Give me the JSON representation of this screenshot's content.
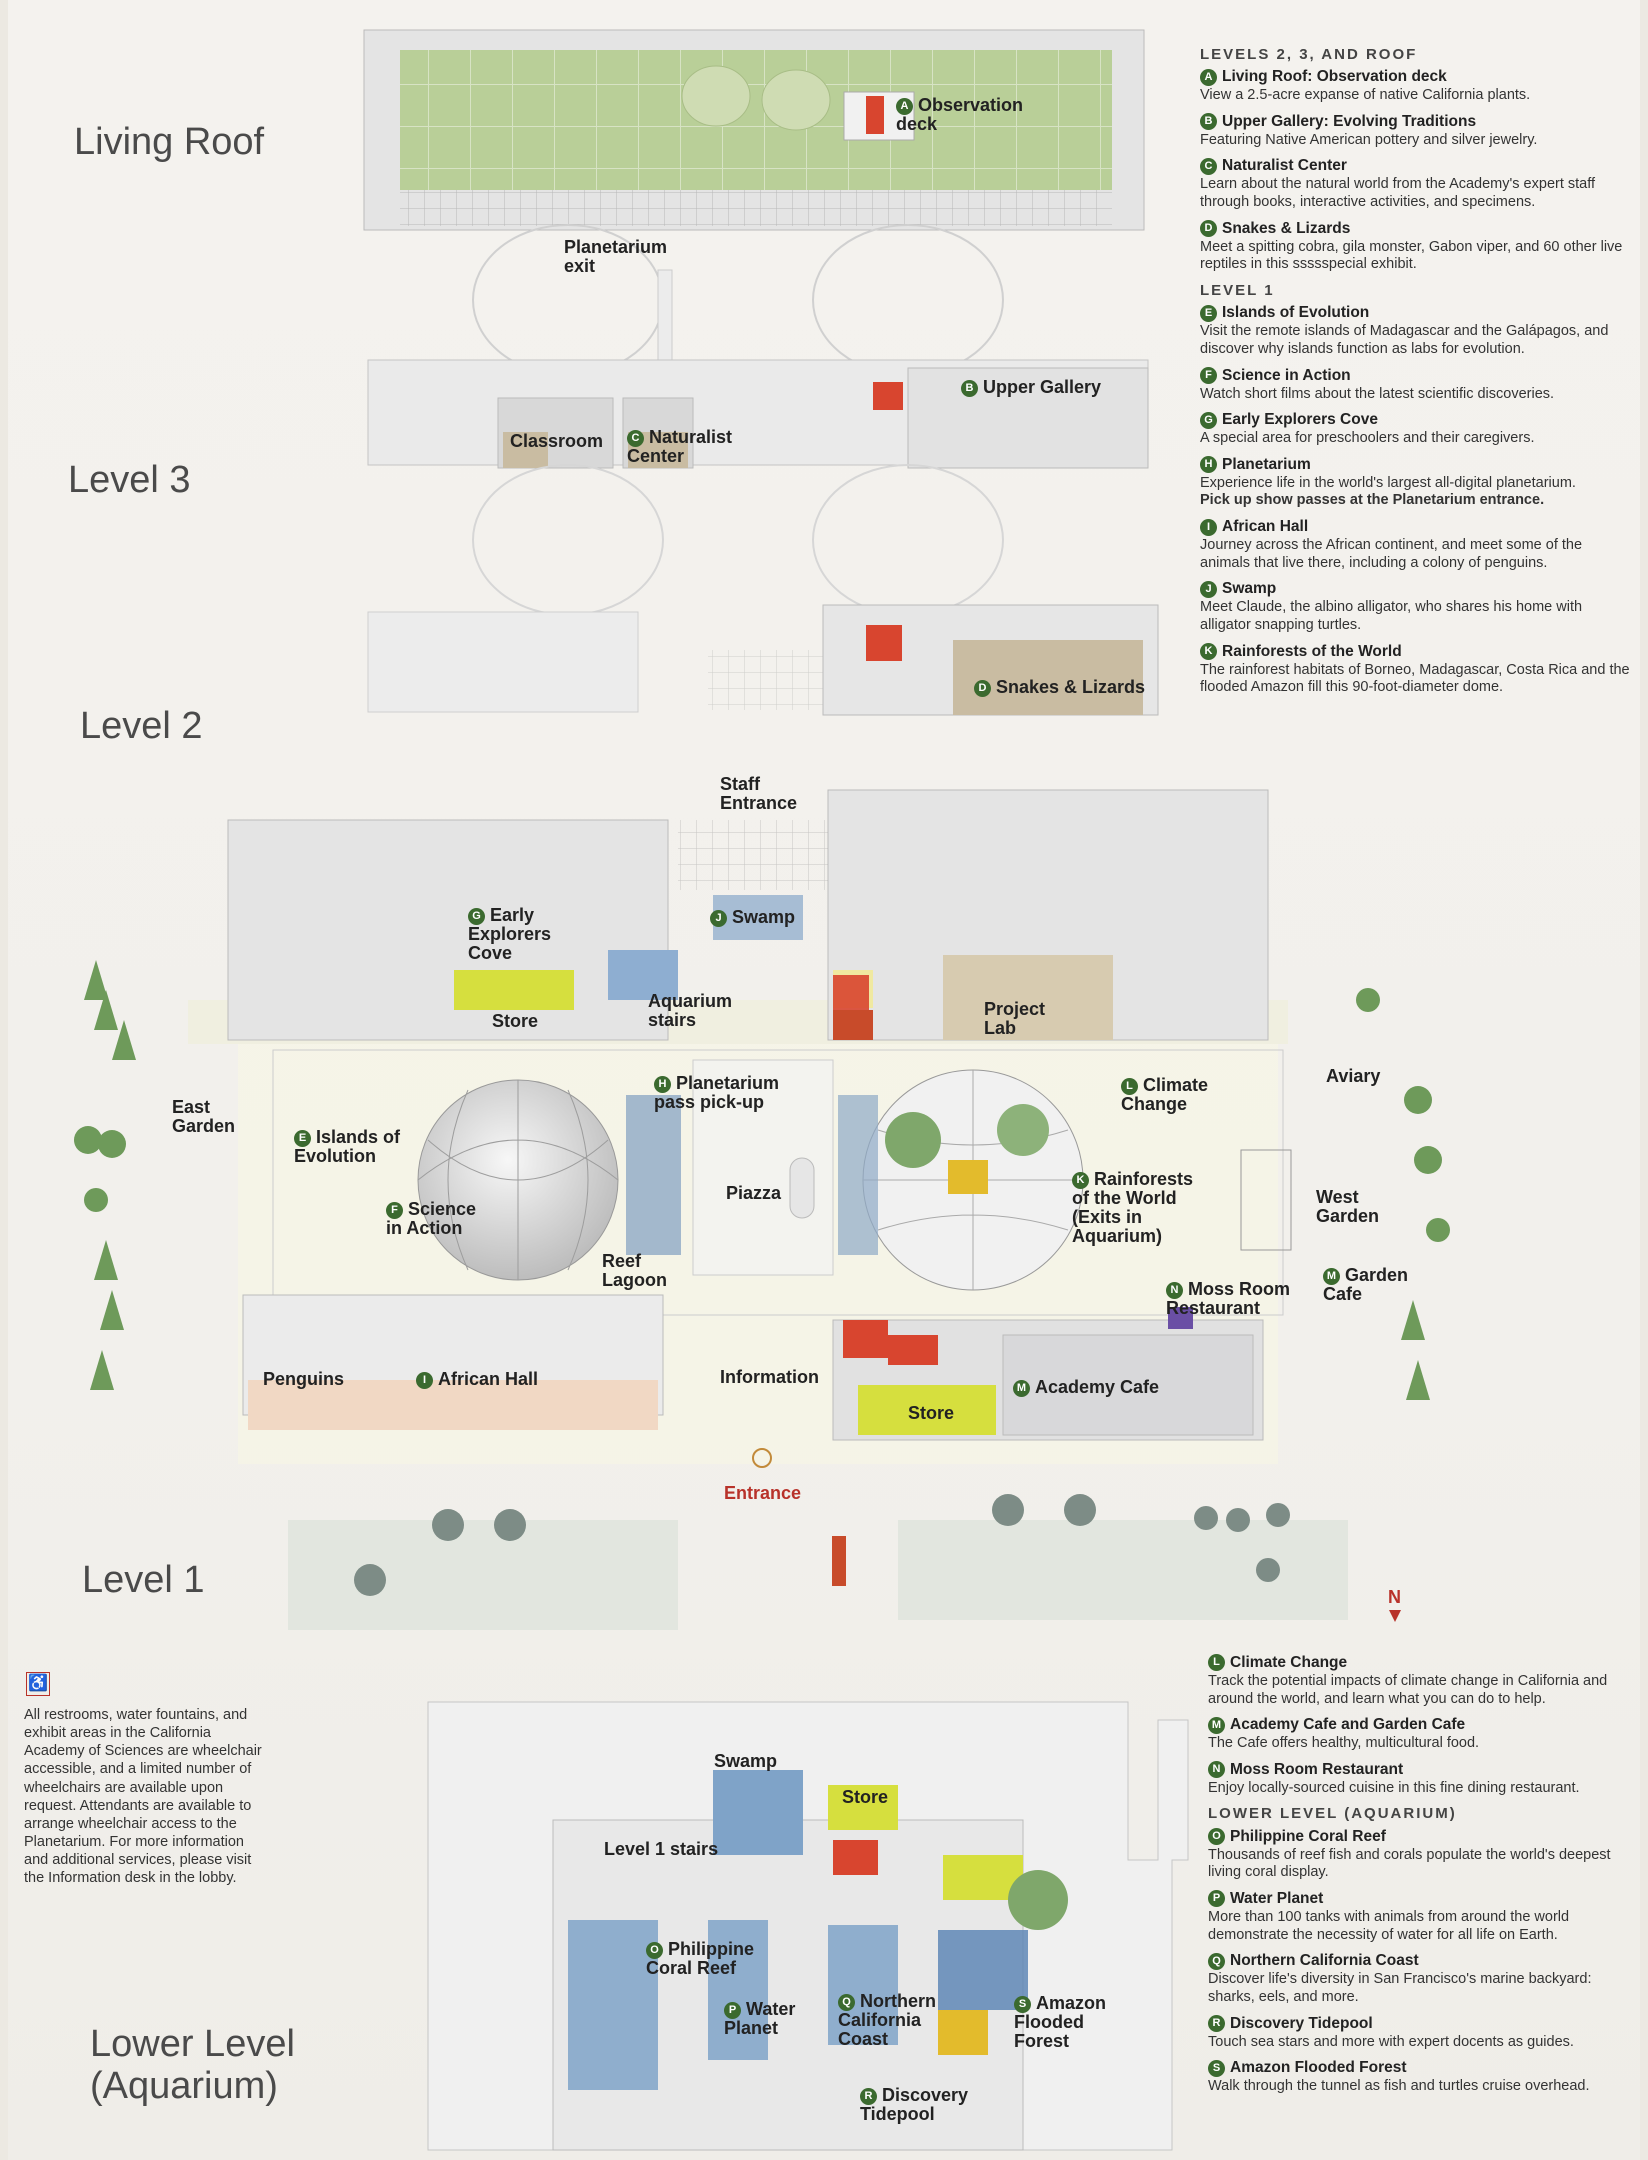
{
  "levels": {
    "roof": "Living Roof",
    "l3": "Level 3",
    "l2": "Level 2",
    "l1": "Level 1",
    "lower": "Lower Level\n(Aquarium)"
  },
  "map_labels": {
    "observation_deck": "Observation deck",
    "planetarium_exit": "Planetarium exit",
    "upper_gallery": "Upper Gallery",
    "classroom": "Classroom",
    "naturalist_center": "Naturalist Center",
    "snakes_lizards": "Snakes & Lizards",
    "staff_entrance": "Staff Entrance",
    "swamp": "Swamp",
    "early_explorers": "Early Explorers Cove",
    "store_l1_left": "Store",
    "aquarium_stairs": "Aquarium stairs",
    "project_lab": "Project Lab",
    "planetarium_pass": "Planetarium pass pick-up",
    "climate_change": "Climate Change",
    "aviary": "Aviary",
    "east_garden": "East Garden",
    "islands_evolution": "Islands of Evolution",
    "science_action": "Science in Action",
    "piazza": "Piazza",
    "rainforests": "Rainforests of the World (Exits in Aquarium)",
    "west_garden": "West Garden",
    "reef_lagoon": "Reef Lagoon",
    "moss_room": "Moss Room Restaurant",
    "garden_cafe": "Garden Cafe",
    "penguins": "Penguins",
    "african_hall": "African Hall",
    "information": "Information",
    "academy_cafe": "Academy Cafe",
    "store_l1_right": "Store",
    "entrance": "Entrance",
    "north": "N",
    "lower_swamp": "Swamp",
    "lower_store": "Store",
    "level1_stairs": "Level 1 stairs",
    "philippine_reef": "Philippine Coral Reef",
    "water_planet": "Water Planet",
    "northern_coast": "Northern California Coast",
    "amazon_forest": "Amazon Flooded Forest",
    "discovery_tidepool": "Discovery Tidepool"
  },
  "badges": {
    "A": "A",
    "B": "B",
    "C": "C",
    "D": "D",
    "E": "E",
    "F": "F",
    "G": "G",
    "H": "H",
    "I": "I",
    "J": "J",
    "K": "K",
    "L": "L",
    "M": "M",
    "N": "N",
    "O": "O",
    "P": "P",
    "Q": "Q",
    "R": "R",
    "S": "S"
  },
  "legend_top": {
    "heading1": "LEVELS 2, 3, AND ROOF",
    "heading2": "LEVEL 1",
    "items": [
      {
        "key": "A",
        "title": "Living Roof: Observation deck",
        "desc": "View a 2.5-acre expanse of native California plants."
      },
      {
        "key": "B",
        "title": "Upper Gallery: Evolving Traditions",
        "desc": "Featuring Native American pottery and silver jewelry."
      },
      {
        "key": "C",
        "title": "Naturalist Center",
        "desc": "Learn about the natural world from the Academy's expert staff through books, interactive activities, and specimens."
      },
      {
        "key": "D",
        "title": "Snakes & Lizards",
        "desc": "Meet a spitting cobra, gila monster, Gabon viper, and 60 other live reptiles in this ssssspecial exhibit."
      },
      {
        "key": "E",
        "title": "Islands of Evolution",
        "desc": "Visit the remote islands of Madagascar and the Galápagos, and discover why islands function as labs for evolution."
      },
      {
        "key": "F",
        "title": "Science in Action",
        "desc": "Watch short films about the latest scientific discoveries."
      },
      {
        "key": "G",
        "title": "Early Explorers Cove",
        "desc": "A special area for preschoolers and their caregivers."
      },
      {
        "key": "H",
        "title": "Planetarium",
        "desc": "Experience life in the world's largest all-digital planetarium.",
        "desc2": "Pick up show passes at the Planetarium entrance."
      },
      {
        "key": "I",
        "title": "African Hall",
        "desc": "Journey across the African continent, and meet some of the animals that live there, including a colony of penguins."
      },
      {
        "key": "J",
        "title": "Swamp",
        "desc": "Meet Claude, the albino alligator, who shares his home with alligator snapping turtles."
      },
      {
        "key": "K",
        "title": "Rainforests of the World",
        "desc": "The rainforest habitats of Borneo, Madagascar, Costa Rica and the flooded Amazon fill this 90-foot-diameter dome."
      }
    ]
  },
  "legend_bottom": {
    "heading": "LOWER LEVEL (AQUARIUM)",
    "items": [
      {
        "key": "L",
        "title": "Climate Change",
        "desc": "Track the potential impacts of climate change in California and around the world, and learn what you can do to help."
      },
      {
        "key": "M",
        "title": "Academy Cafe and Garden Cafe",
        "desc": "The Cafe offers healthy, multicultural food."
      },
      {
        "key": "N",
        "title": "Moss Room Restaurant",
        "desc": "Enjoy locally-sourced cuisine in this fine dining restaurant."
      },
      {
        "key": "O",
        "title": "Philippine Coral Reef",
        "desc": "Thousands of reef fish and corals populate the world's deepest living coral display."
      },
      {
        "key": "P",
        "title": "Water Planet",
        "desc": "More than 100 tanks with animals from around the world demonstrate the necessity of water for all life on Earth."
      },
      {
        "key": "Q",
        "title": "Northern California Coast",
        "desc": "Discover life's diversity in San Francisco's marine backyard: sharks, eels, and more."
      },
      {
        "key": "R",
        "title": "Discovery Tidepool",
        "desc": "Touch sea stars and more with expert docents as guides."
      },
      {
        "key": "S",
        "title": "Amazon Flooded Forest",
        "desc": "Walk through the tunnel as fish and turtles cruise overhead."
      }
    ]
  },
  "accessibility": {
    "icon": "wheelchair-icon",
    "text": "All restrooms, water fountains, and exhibit areas in the California Academy of Sciences are wheelchair accessible, and a limited number of wheelchairs are available upon request. Attendants are available to arrange wheelchair access to the Planetarium. For more information and additional services, please visit the Information desk in the lobby."
  },
  "colors": {
    "badge_green": "#3b6a2f",
    "roof_green": "#b9cf98",
    "store_yellow": "#d6df3e",
    "elevator_red": "#d8452f",
    "water_blue": "#7ea3c9",
    "label_red": "#b8322a"
  }
}
